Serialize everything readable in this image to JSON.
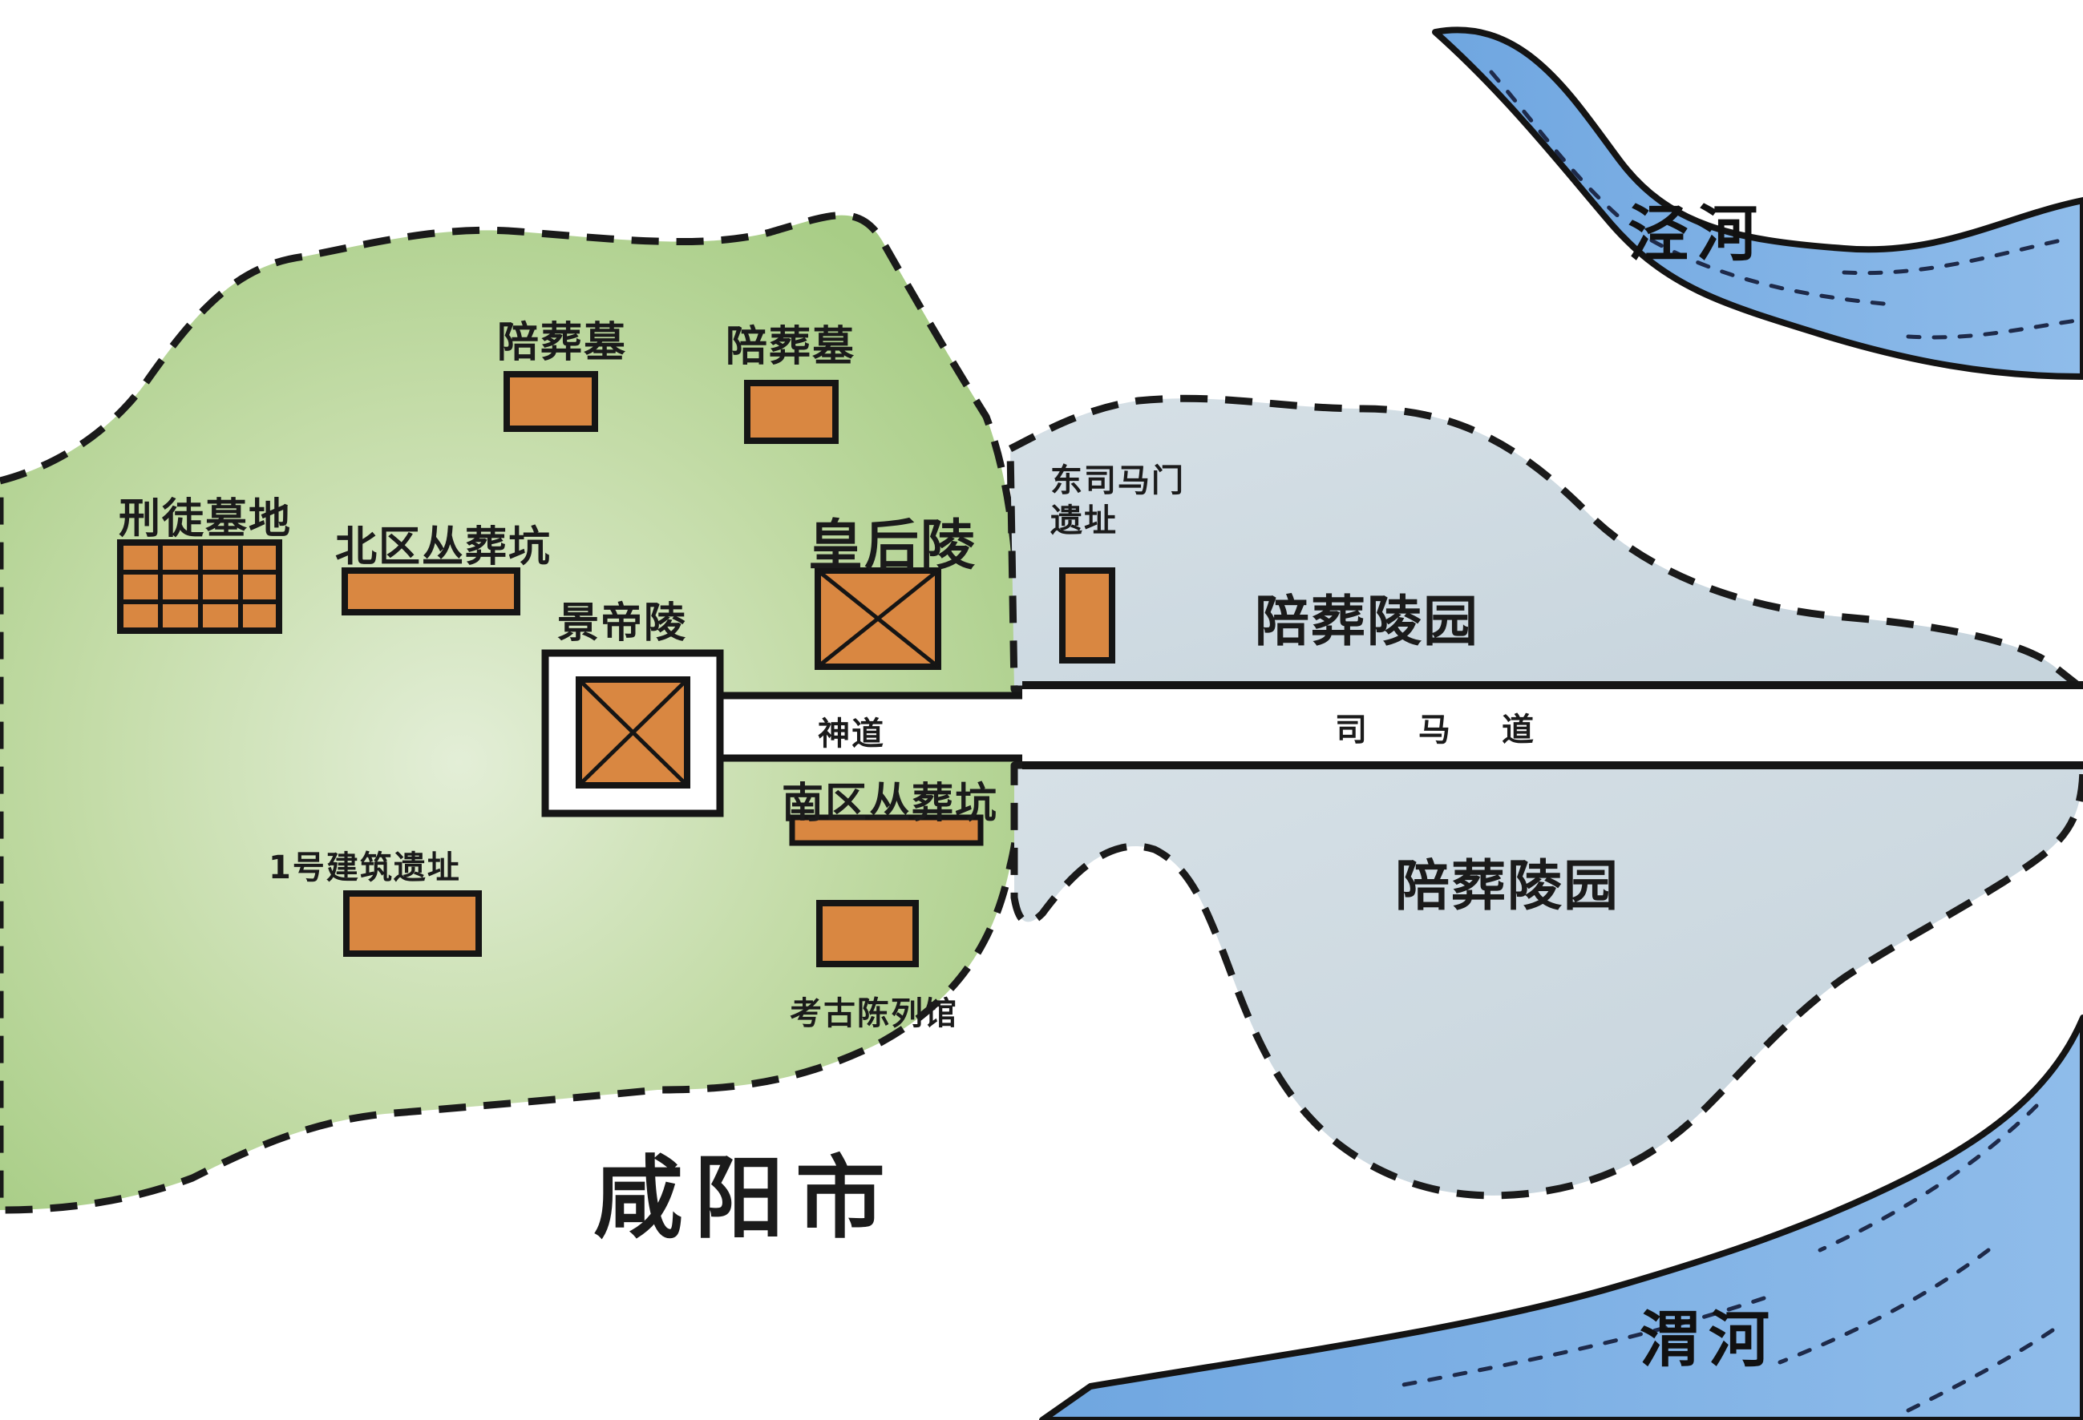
{
  "map": {
    "city": "咸阳市",
    "rivers": {
      "north": "泾河",
      "south": "渭河"
    },
    "roads": {
      "spirit_way": "神道",
      "sima_way": "司马道"
    },
    "areas": {
      "satellite_north": "陪葬陵园",
      "satellite_south": "陪葬陵园"
    },
    "sites": {
      "tomb_a": "陪葬墓",
      "tomb_b": "陪葬墓",
      "convict_cemetery": "刑徒墓地",
      "north_pits": "北区丛葬坑",
      "empress_tomb": "皇后陵",
      "emperor_tomb": "景帝陵",
      "south_pits": "南区丛葬坑",
      "building_site": "1号建筑遗址",
      "museum": "考古陈列馆",
      "east_gate": "东司马门\n遗址"
    },
    "colors": {
      "park_green": "#b8d699",
      "park_green_light": "#d9e8c6",
      "satellite_grey": "#cbd8e0",
      "river_blue": "#7fb0e4",
      "building_orange": "#d98741",
      "outline": "#1c1c1c"
    }
  }
}
